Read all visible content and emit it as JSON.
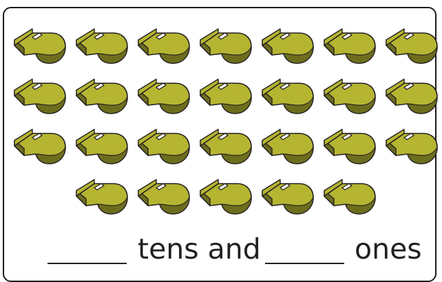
{
  "worksheet": {
    "object_icon": "whistle-icon",
    "whistle_color": "#b5b532",
    "whistle_shadow_color": "#6d6d1e",
    "outline_color": "#231f20",
    "rows": [
      7,
      7,
      7,
      5
    ],
    "total_objects": 26,
    "tens_text": "tens and",
    "ones_text": "ones",
    "tens_answer": "",
    "ones_answer": ""
  }
}
